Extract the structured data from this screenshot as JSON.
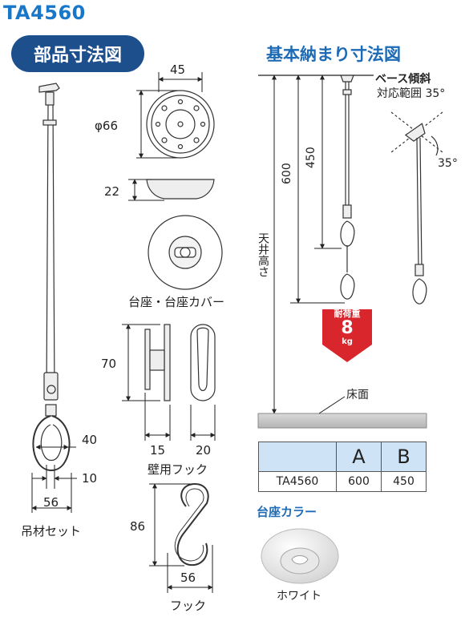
{
  "header": {
    "model": "TA4560",
    "parts_title": "部品寸法図",
    "basic_title": "基本納まり寸法図"
  },
  "parts": {
    "base_width": "45",
    "base_diameter": "φ66",
    "base_height": "22",
    "base_caption": "台座・台座カバー",
    "wall_hook_height": "70",
    "wall_hook_w1": "15",
    "wall_hook_w2": "20",
    "wall_hook_caption": "壁用フック",
    "hanger_w1": "40",
    "hanger_w2": "10",
    "hanger_w3": "56",
    "hanger_caption": "吊材セット",
    "hook_height": "86",
    "hook_width": "56",
    "hook_caption": "フック"
  },
  "install": {
    "ceiling_height_label": "天井高さ",
    "dim_600": "600",
    "dim_450": "450",
    "floor_label": "床面",
    "tilt_title": "ベース傾斜",
    "tilt_range": "対応範囲 35°",
    "tilt_angle": "35°",
    "load_line1": "耐荷重",
    "load_value": "8",
    "load_unit": "kg"
  },
  "spec_table": {
    "columns": [
      "",
      "A",
      "B"
    ],
    "rows": [
      [
        "TA4560",
        "600",
        "450"
      ]
    ]
  },
  "base_color": {
    "title": "台座カラー",
    "name": "ホワイト"
  }
}
